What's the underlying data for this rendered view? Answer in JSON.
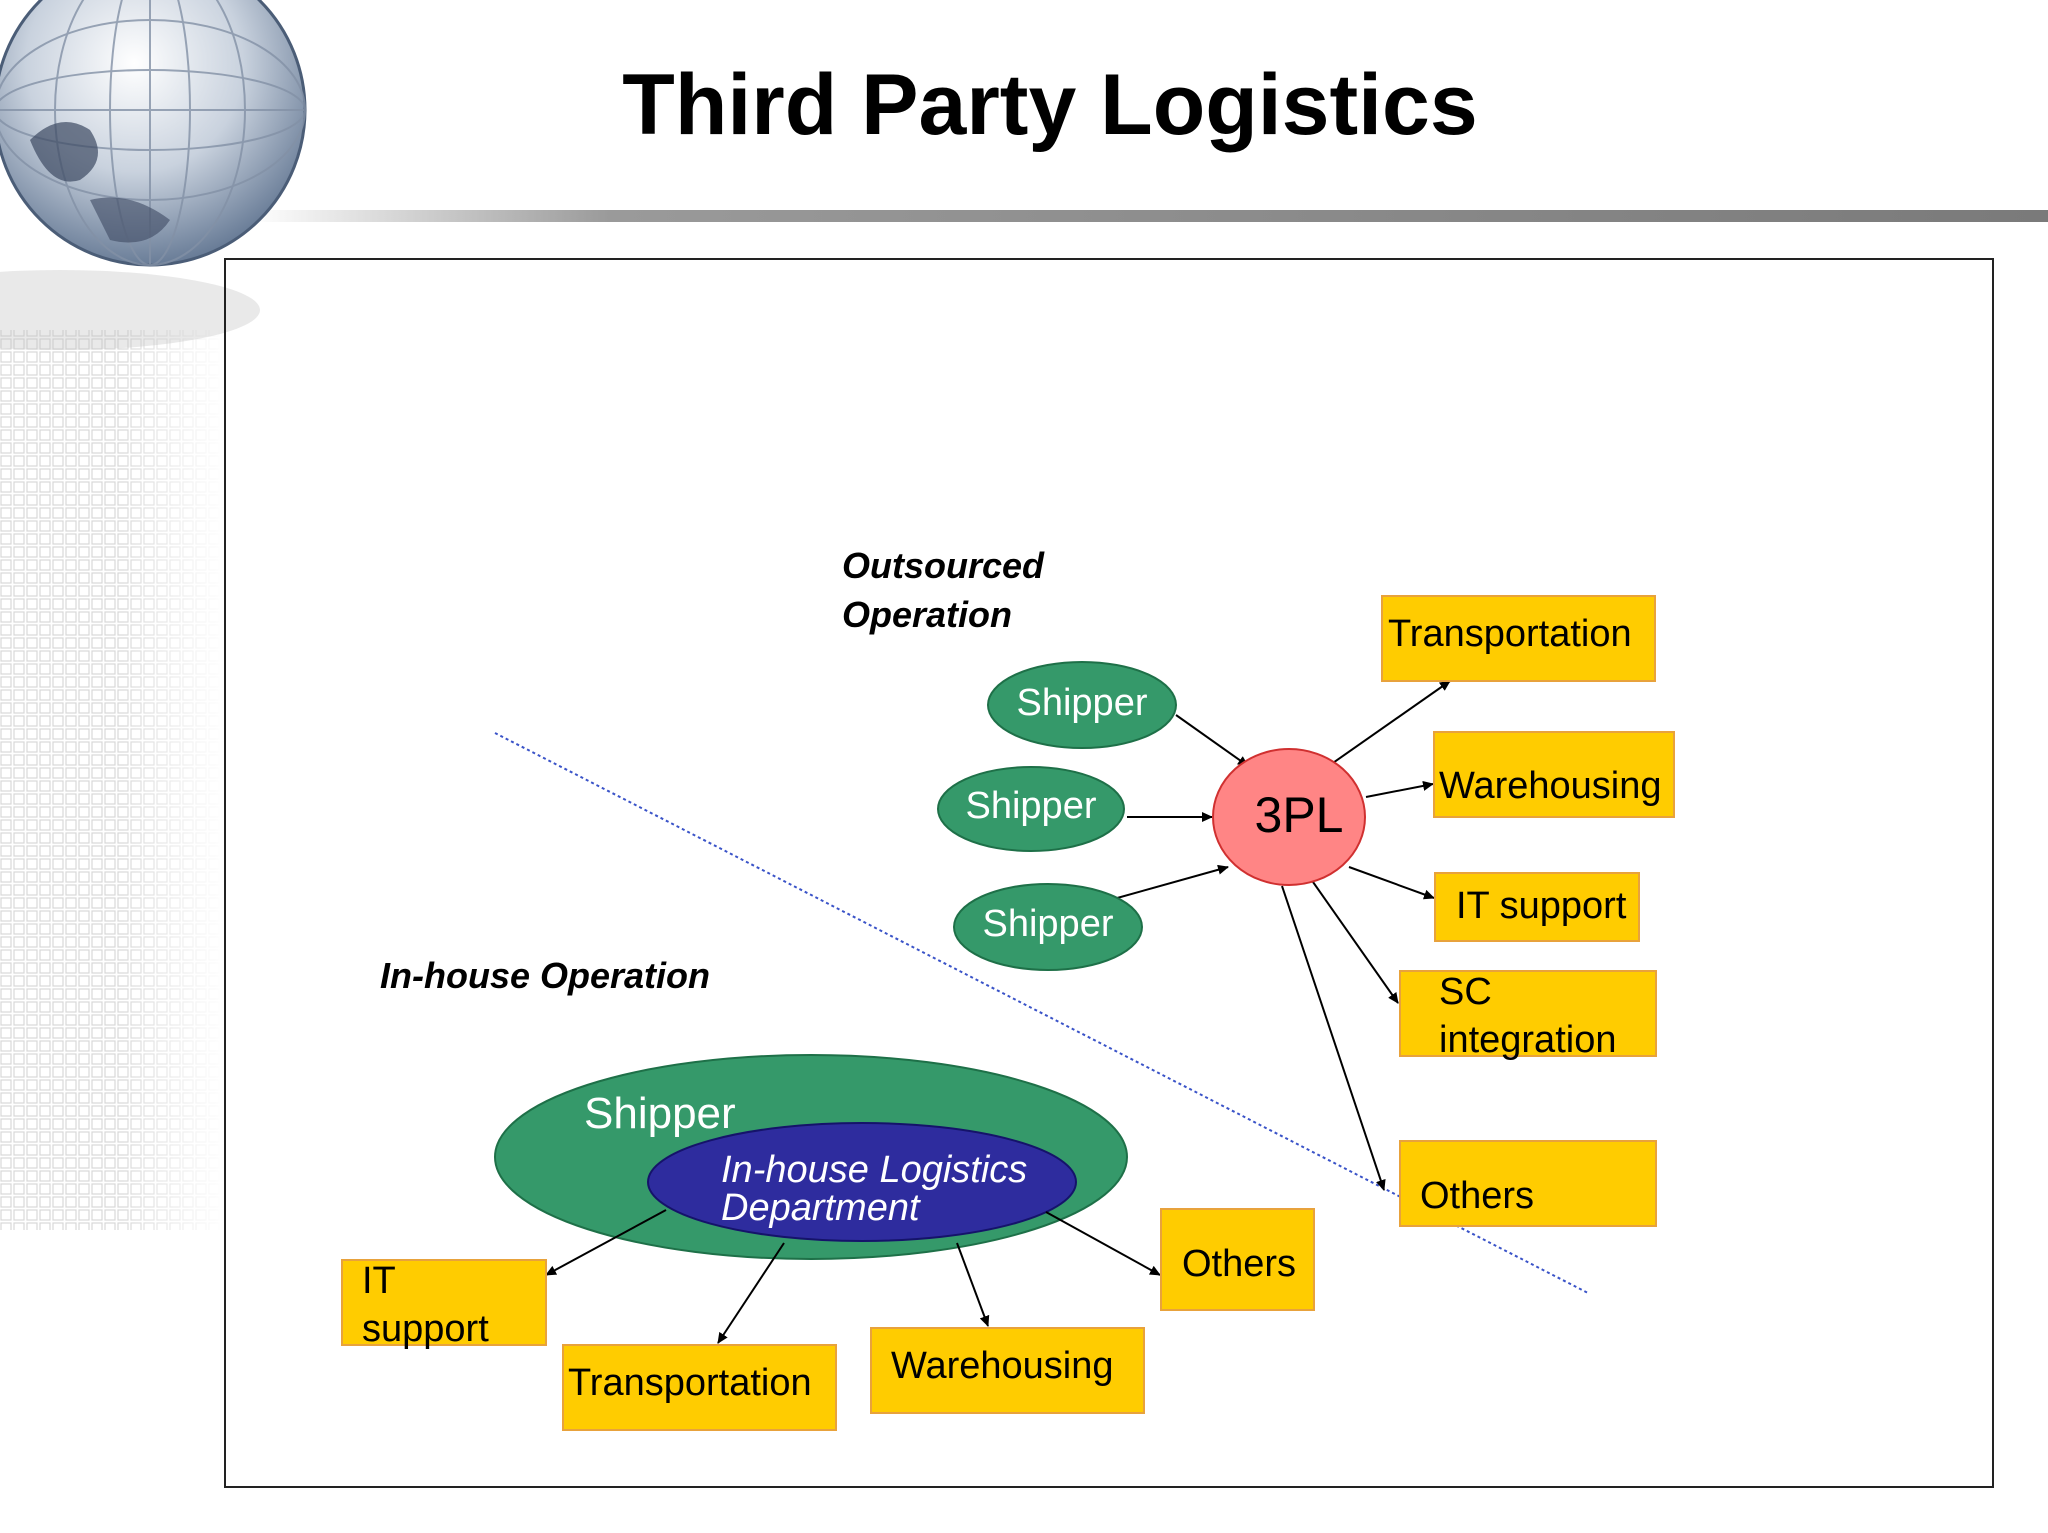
{
  "slide": {
    "title": "Third Party Logistics"
  },
  "colors": {
    "shipper_green": "#35996A",
    "shipper_stroke": "#1E7048",
    "dept_blue": "#2E2C9E",
    "tpl_pink": "#FF8585",
    "box_yellow": "#FFCC00",
    "box_stroke": "#E8A23C",
    "divider_blue": "#3A53C8"
  },
  "outsourced": {
    "label_line1": "Outsourced",
    "label_line2": "Operation",
    "shippers": [
      "Shipper",
      "Shipper",
      "Shipper"
    ],
    "provider": "3PL",
    "services": {
      "transportation": "Transportation",
      "warehousing": "Warehousing",
      "it_support": "IT support",
      "sc_line1": "SC",
      "sc_line2": "integration",
      "others": "Others"
    }
  },
  "inhouse": {
    "label": "In-house Operation",
    "shipper": "Shipper",
    "dept_line1": "In-house Logistics",
    "dept_line2": "Department",
    "services": {
      "it_line1": "IT",
      "it_line2": "support",
      "transportation": "Transportation",
      "warehousing": "Warehousing",
      "others": "Others"
    }
  }
}
